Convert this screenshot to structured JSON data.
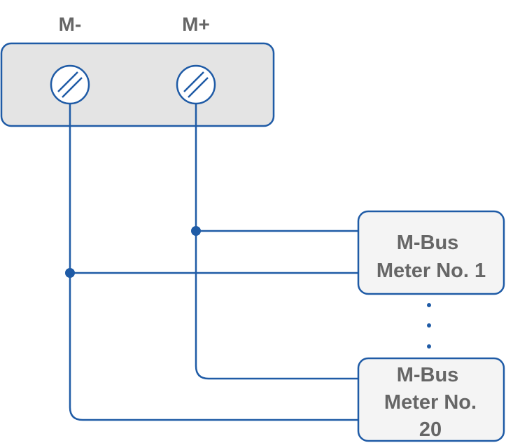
{
  "terminals": {
    "minus_label": "M-",
    "plus_label": "M+"
  },
  "meters": [
    {
      "lines": [
        "M-Bus",
        "Meter No. 1"
      ]
    },
    {
      "lines": [
        "M-Bus",
        "Meter No.",
        "20"
      ]
    }
  ],
  "colors": {
    "wire": "#1f5ba6",
    "text": "#666666",
    "terminal_block_fill": "#e4e4e4",
    "meter_box_fill": "#f4f4f4"
  }
}
